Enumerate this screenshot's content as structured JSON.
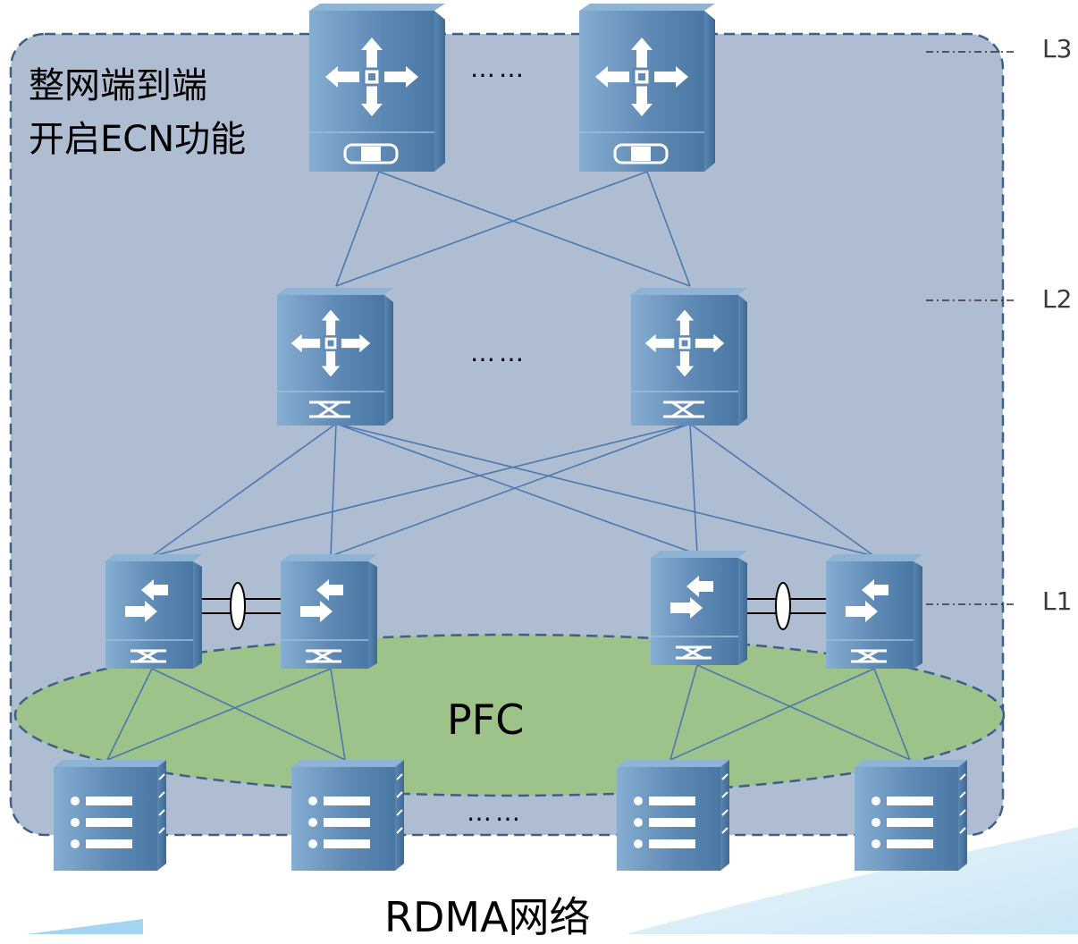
{
  "diagram": {
    "title_line1": "整网端到端",
    "title_line2": "开启ECN功能",
    "pfc_label": "PFC",
    "caption": "RDMA网络",
    "levels": {
      "l3": "L3",
      "l2": "L2",
      "l1": "L1"
    },
    "ellipsis": "……",
    "colors": {
      "region_fill": "#aebdd1",
      "region_border": "#3f5f86",
      "pfc_fill": "#9dc38a",
      "device": "#6f98bf",
      "device_dark": "#3f6d98",
      "link": "#4a78b0"
    },
    "icons": {
      "core_switch": "core-switch-icon",
      "agg_switch": "aggregation-switch-icon",
      "access_switch": "access-switch-icon",
      "server": "server-icon",
      "lag": "link-aggregation-icon"
    }
  }
}
